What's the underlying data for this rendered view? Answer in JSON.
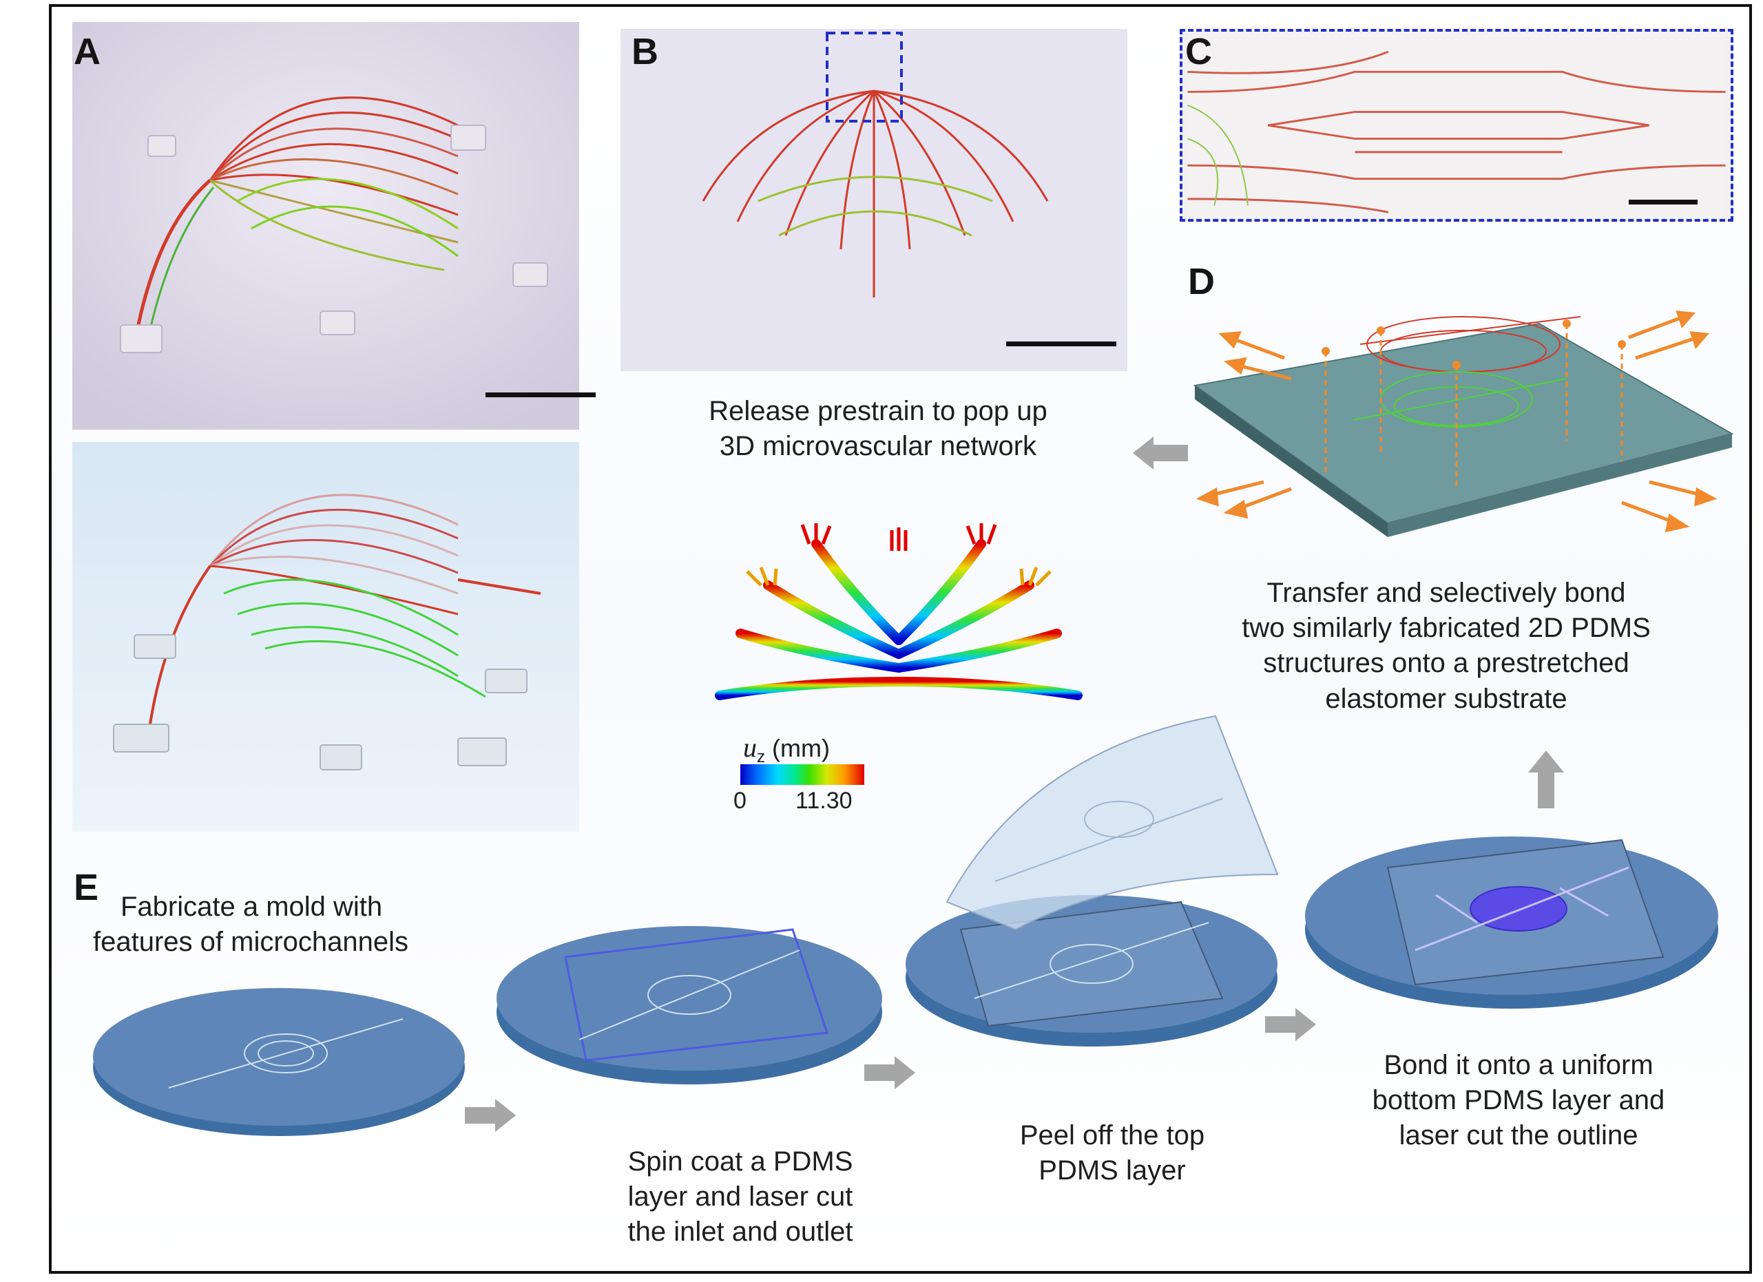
{
  "figure": {
    "panel_labels": {
      "a": "A",
      "b": "B",
      "c": "C",
      "d": "D",
      "e": "E"
    },
    "panel_d": {
      "release_caption": [
        "Release prestrain to pop up",
        "3D microvascular network"
      ],
      "transfer_caption": [
        "Transfer and selectively bond",
        "two similarly fabricated 2D PDMS",
        "structures onto a prestretched",
        "elastomer substrate"
      ]
    },
    "colorbar": {
      "variable": "u",
      "subscript": "z",
      "unit": "(mm)",
      "min": "0",
      "max": "11.30",
      "colors": [
        "#0000c8",
        "#00d8ff",
        "#3fe000",
        "#ff9a00",
        "#e00000"
      ]
    },
    "panel_e": {
      "step1": [
        "Fabricate a mold with",
        "features of microchannels"
      ],
      "step2": [
        "Spin coat a PDMS",
        "layer and laser cut",
        "the inlet and outlet"
      ],
      "step3": [
        "Peel off the top",
        "PDMS layer"
      ],
      "step4": [
        "Bond it onto a uniform",
        "bottom PDMS layer and",
        "laser cut the outline"
      ]
    },
    "colors": {
      "channel_red": "#d23a2a",
      "channel_green": "#4fd23a",
      "wafer_blue": "#5e86b8",
      "substrate_teal": "#5f8a8e",
      "strain_arrow_orange": "#f08a2c",
      "process_arrow_gray": "#a6a6a6",
      "dashed_box_blue": "#2030c8"
    }
  }
}
